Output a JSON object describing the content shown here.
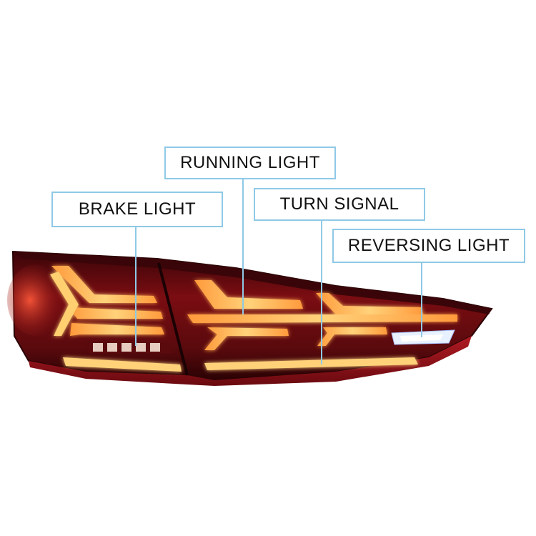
{
  "image": {
    "subject": "tail-light",
    "colors": {
      "background": "#ffffff",
      "callout_border": "#8fc9e6",
      "callout_text": "#111111",
      "lens_red": "#7a0d12",
      "led_amber": "#ffb347",
      "led_glow": "#ff7a2a",
      "reverse_white": "#e8f1ff"
    }
  },
  "callouts": {
    "brake": "BRAKE LIGHT",
    "running": "RUNNING LIGHT",
    "turn": "TURN SIGNAL",
    "reverse": "REVERSING LIGHT"
  }
}
